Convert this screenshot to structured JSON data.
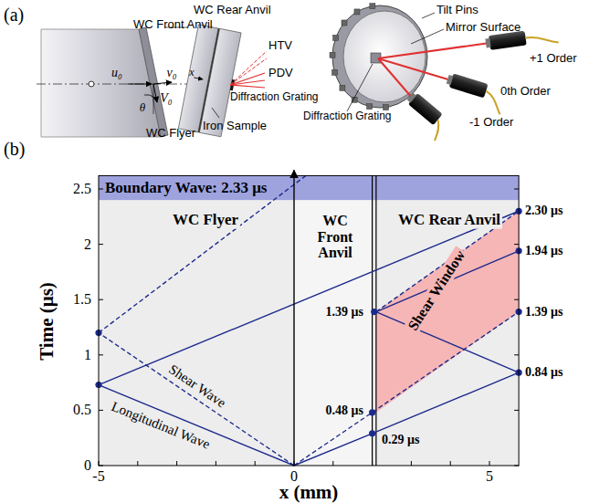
{
  "diagram": {
    "nodes": [
      {
        "text": [
          "Boundary Wave: 2.33 μs"
        ]
      }
    ],
    "labels": [
      "(a)",
      "WC Front Anvil",
      "WC Rear Anvil",
      "Tilt Pins",
      "Mirror Surface",
      "HTV",
      "u₀",
      "v₀",
      "PDV",
      "V₀",
      "x",
      "+1 Order",
      "θ",
      "Diffraction Grating",
      "0th Order",
      "Diffraction Grating",
      "WC Flyer",
      "Iron Sample",
      "-1 Order",
      "(b)",
      "WC Flyer",
      "WC Front Anvil",
      "WC Rear Anvil",
      "2.30 μs",
      "1.94 μs",
      "1.39 μs",
      "1.39 μs",
      "Shear Window",
      "0.84 μs",
      "Shear Wave",
      "0.48 μs",
      "Longitudinal Wave",
      "0.29 μs",
      "Time (μs)",
      "2.5",
      "2",
      "1.5",
      "1",
      "0.5",
      "0",
      "x (mm)",
      "-5",
      "0",
      "5"
    ]
  }
}
